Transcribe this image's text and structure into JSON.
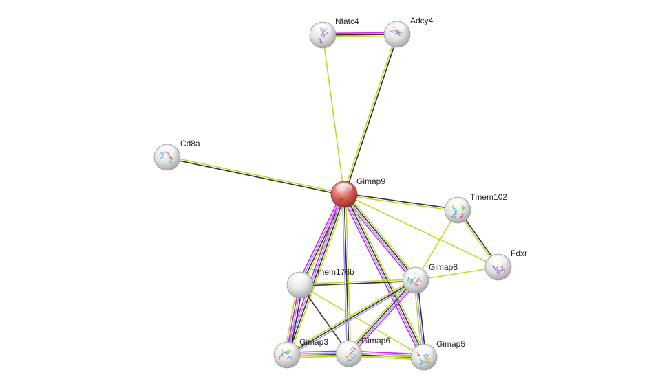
{
  "network": {
    "colors": {
      "textmining": "#c4d62a",
      "coexpression": "#333333",
      "experiments": "#e020e0",
      "homology": "#9a9af8",
      "query_node": "#d9615f",
      "node": "#e6e6e6"
    },
    "nodes": [
      {
        "id": "Nfatc4",
        "label": "Nfatc4",
        "query": false,
        "structure": "purple"
      },
      {
        "id": "Adcy4",
        "label": "Adcy4",
        "query": false,
        "structure": "multi"
      },
      {
        "id": "Cd8a",
        "label": "Cd8a",
        "query": false,
        "structure": "multi"
      },
      {
        "id": "Gimap9",
        "label": "Gimap9",
        "query": true,
        "structure": "multi"
      },
      {
        "id": "Tmem102",
        "label": "Tmem102",
        "query": false,
        "structure": "multi"
      },
      {
        "id": "Fdxr",
        "label": "Fdxr",
        "query": false,
        "structure": "purple"
      },
      {
        "id": "Gimap8",
        "label": "Gimap8",
        "query": false,
        "structure": "multi"
      },
      {
        "id": "Tmem176b",
        "label": "Tmem176b",
        "query": false,
        "structure": "none"
      },
      {
        "id": "Gimap3",
        "label": "Gimap3",
        "query": false,
        "structure": "multi"
      },
      {
        "id": "Gimap6",
        "label": "Gimap6",
        "query": false,
        "structure": "multi"
      },
      {
        "id": "Gimap5",
        "label": "Gimap5",
        "query": false,
        "structure": "multi"
      }
    ],
    "edges": [
      {
        "a": "Nfatc4",
        "b": "Adcy4",
        "types": [
          "experiments",
          "coexpression",
          "textmining"
        ]
      },
      {
        "a": "Nfatc4",
        "b": "Gimap9",
        "types": [
          "textmining"
        ]
      },
      {
        "a": "Adcy4",
        "b": "Gimap9",
        "types": [
          "coexpression",
          "textmining"
        ]
      },
      {
        "a": "Cd8a",
        "b": "Gimap9",
        "types": [
          "textmining",
          "coexpression"
        ]
      },
      {
        "a": "Gimap9",
        "b": "Tmem102",
        "types": [
          "coexpression",
          "textmining"
        ]
      },
      {
        "a": "Gimap9",
        "b": "Fdxr",
        "types": [
          "textmining"
        ]
      },
      {
        "a": "Gimap9",
        "b": "Gimap8",
        "types": [
          "textmining",
          "coexpression",
          "homology",
          "experiments"
        ]
      },
      {
        "a": "Gimap9",
        "b": "Tmem176b",
        "types": [
          "textmining",
          "coexpression",
          "homology",
          "experiments"
        ]
      },
      {
        "a": "Gimap9",
        "b": "Gimap3",
        "types": [
          "textmining",
          "coexpression",
          "homology",
          "experiments"
        ]
      },
      {
        "a": "Gimap9",
        "b": "Gimap6",
        "types": [
          "textmining",
          "coexpression",
          "homology"
        ]
      },
      {
        "a": "Gimap9",
        "b": "Gimap5",
        "types": [
          "textmining",
          "coexpression",
          "homology",
          "experiments"
        ]
      },
      {
        "a": "Tmem102",
        "b": "Fdxr",
        "types": [
          "coexpression",
          "textmining"
        ]
      },
      {
        "a": "Tmem102",
        "b": "Gimap8",
        "types": [
          "textmining"
        ]
      },
      {
        "a": "Fdxr",
        "b": "Gimap8",
        "types": [
          "textmining"
        ]
      },
      {
        "a": "Tmem176b",
        "b": "Gimap8",
        "types": [
          "textmining",
          "coexpression"
        ]
      },
      {
        "a": "Tmem176b",
        "b": "Gimap3",
        "types": [
          "coexpression",
          "homology",
          "experiments",
          "textmining"
        ]
      },
      {
        "a": "Tmem176b",
        "b": "Gimap6",
        "types": [
          "coexpression"
        ]
      },
      {
        "a": "Tmem176b",
        "b": "Gimap5",
        "types": [
          "textmining"
        ]
      },
      {
        "a": "Gimap8",
        "b": "Gimap3",
        "types": [
          "homology",
          "coexpression",
          "textmining"
        ]
      },
      {
        "a": "Gimap8",
        "b": "Gimap6",
        "types": [
          "experiments",
          "homology",
          "coexpression",
          "textmining"
        ]
      },
      {
        "a": "Gimap8",
        "b": "Gimap5",
        "types": [
          "coexpression",
          "homology",
          "textmining"
        ]
      },
      {
        "a": "Gimap3",
        "b": "Gimap6",
        "types": [
          "experiments",
          "homology",
          "coexpression",
          "textmining"
        ]
      },
      {
        "a": "Gimap6",
        "b": "Gimap5",
        "types": [
          "experiments",
          "homology",
          "coexpression",
          "textmining"
        ]
      },
      {
        "a": "Gimap3",
        "b": "Gimap5",
        "types": [
          "textmining"
        ]
      }
    ]
  }
}
